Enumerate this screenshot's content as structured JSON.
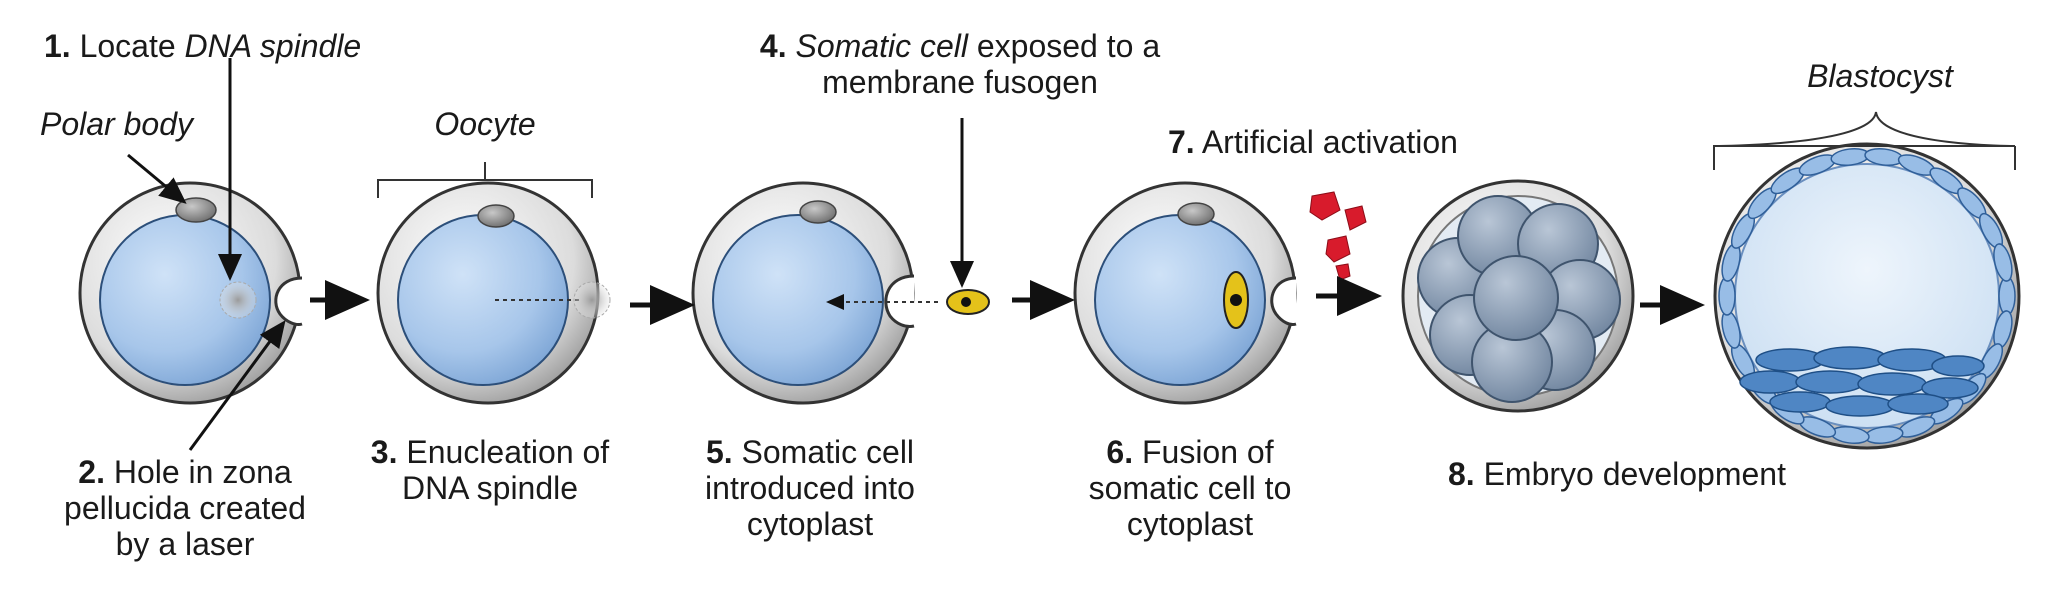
{
  "steps": {
    "s1": {
      "num": "1.",
      "text": "Locate ",
      "emph": "DNA spindle"
    },
    "polar_body": "Polar body",
    "s2": {
      "num": "2.",
      "line1": "Hole in zona",
      "line2": "pellucida created",
      "line3": "by a laser"
    },
    "oocyte": "Oocyte",
    "s3": {
      "num": "3.",
      "line1": "Enucleation of",
      "line2": "DNA spindle"
    },
    "s4": {
      "num": "4.",
      "emph": "Somatic cell",
      "line1": " exposed to a",
      "line2": "membrane fusogen"
    },
    "s5": {
      "num": "5.",
      "line1": "Somatic cell",
      "line2": "introduced into",
      "line3": "cytoplast"
    },
    "s6": {
      "num": "6.",
      "line1": "Fusion of",
      "line2": "somatic cell to",
      "line3": "cytoplast"
    },
    "s7": {
      "num": "7.",
      "text": "Artificial activation"
    },
    "blastocyst": "Blastocyst",
    "s8": {
      "num": "8.",
      "text": "Embryo development"
    }
  },
  "colors": {
    "cytoplasm": "#a9c8ec",
    "zona": "#d4d4d4",
    "zona_outline": "#3a3a3a",
    "blastomere": "#8fa3bc",
    "trophoblast": "#98bde6",
    "inner_mass": "#4f86c4",
    "activator": "#d81b2c",
    "somatic_cell": "#e4c21a",
    "arrow": "#111111"
  }
}
